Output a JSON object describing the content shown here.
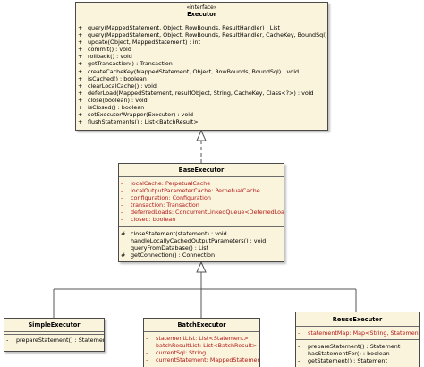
{
  "executor": {
    "stereotype": "«interface»",
    "name": "Executor",
    "operations": [
      {
        "vis": "+",
        "text": "query(MappedStatement, Object, RowBounds, ResultHandler) : List"
      },
      {
        "vis": "+",
        "text": "query(MappedStatement, Object, RowBounds, ResultHandler, CacheKey, BoundSql) : List"
      },
      {
        "vis": "+",
        "text": "update(Object, MappedStatement) : int"
      },
      {
        "vis": "+",
        "text": "commit() : void"
      },
      {
        "vis": "+",
        "text": "rollback() : void"
      },
      {
        "vis": "+",
        "text": "getTransaction() : Transaction"
      },
      {
        "vis": "+",
        "text": "createCacheKey(MappedStatement, Object, RowBounds, BoundSql) : void"
      },
      {
        "vis": "+",
        "text": "isCached() : boolean"
      },
      {
        "vis": "+",
        "text": "clearLocalCache() : void"
      },
      {
        "vis": "+",
        "text": "deferLoad(MappedStatement, resultObject, String, CacheKey, Class<?>) : void"
      },
      {
        "vis": "+",
        "text": "close(boolean) : void"
      },
      {
        "vis": "+",
        "text": "isClosed() : boolean"
      },
      {
        "vis": "+",
        "text": "setExecutorWrapper(Executor) : void"
      },
      {
        "vis": "+",
        "text": "flushStatements() : List<BatchResult>"
      }
    ]
  },
  "base_executor": {
    "name": "BaseExecutor",
    "attributes": [
      {
        "vis": "-",
        "text": "localCache:  PerpetualCache"
      },
      {
        "vis": "-",
        "text": "localOutputParameterCache:  PerpetualCache"
      },
      {
        "vis": "-",
        "text": "configuration:  Configuration"
      },
      {
        "vis": "-",
        "text": "transaction:  Transaction"
      },
      {
        "vis": "-",
        "text": "deferredLoads:  ConcurrentLinkedQueue<DeferredLoad>"
      },
      {
        "vis": "-",
        "text": "closed:  boolean"
      }
    ],
    "operations": [
      {
        "vis": "#",
        "text": "closeStatement(statement) : void"
      },
      {
        "vis": "",
        "text": "handleLocallyCachedOutputParameters() : void"
      },
      {
        "vis": "",
        "text": "queryFromDatabase() : List"
      },
      {
        "vis": "#",
        "text": "getConnection() : Connection"
      }
    ]
  },
  "simple_executor": {
    "name": "SimpleExecutor",
    "operations": [
      {
        "vis": "-",
        "text": "prepareStatement() : Statement"
      }
    ]
  },
  "batch_executor": {
    "name": "BatchExecutor",
    "attributes": [
      {
        "vis": "-",
        "text": "statementList:  List<Statement>"
      },
      {
        "vis": "-",
        "text": "batchResultList:  List<BatchResult>"
      },
      {
        "vis": "-",
        "text": "currentSql:  String"
      },
      {
        "vis": "-",
        "text": "currentStatement:  MappedStatement"
      }
    ]
  },
  "reuse_executor": {
    "name": "ReuseExecutor",
    "attributes": [
      {
        "vis": "-",
        "text": "statementMap:  Map<String, Statement>"
      }
    ],
    "operations": [
      {
        "vis": "-",
        "text": "prepareStatement() : Statement"
      },
      {
        "vis": "-",
        "text": "hasStatementFor() : boolean"
      },
      {
        "vis": "-",
        "text": "getStatement() : Statement"
      }
    ]
  }
}
